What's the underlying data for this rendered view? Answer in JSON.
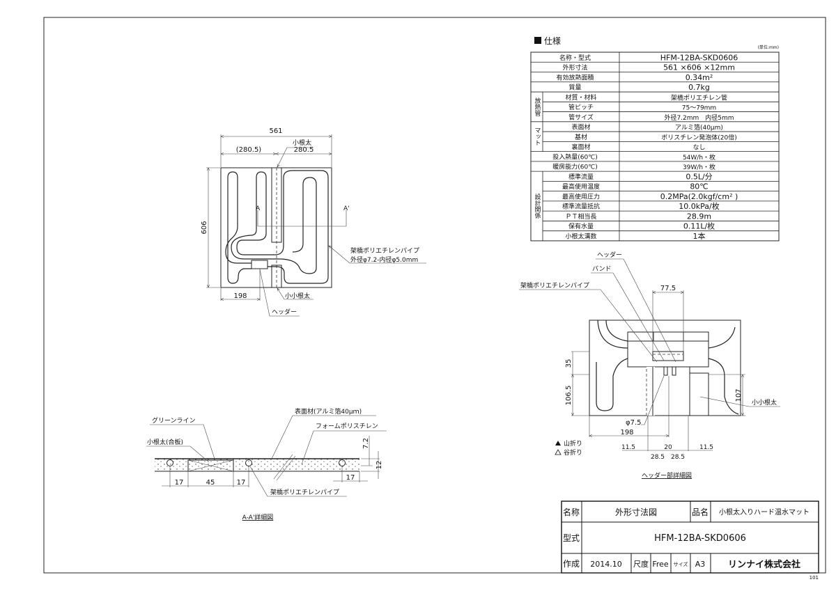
{
  "spec": {
    "heading": "仕様",
    "unit_note": "(単位:mm)",
    "groups": {
      "heat_pipe": "放熱管",
      "mat": "マット",
      "design": "設計関係"
    },
    "rows": [
      {
        "label": "名称・型式",
        "value": "HFM-12BA-SKD0606"
      },
      {
        "label": "外形寸法",
        "value": "561 ×606 ×12mm"
      },
      {
        "label": "有効放熱面積",
        "value": "0.34m²"
      },
      {
        "label": "質量",
        "value": "0.7kg"
      },
      {
        "label": "材質・材料",
        "value": "架橋ポリエチレン管"
      },
      {
        "label": "管ピッチ",
        "value": "75〜79mm"
      },
      {
        "label": "管サイズ",
        "value": "外径7.2mm　内径5mm"
      },
      {
        "label": "表面材",
        "value": "アルミ箔(40μm)"
      },
      {
        "label": "基材",
        "value": "ポリスチレン発泡体(20倍)"
      },
      {
        "label": "裏面材",
        "value": "なし"
      },
      {
        "label": "投入熱量(60℃)",
        "value": "54W/h・枚"
      },
      {
        "label": "暖房能力(60℃)",
        "value": "39W/h・枚"
      },
      {
        "label": "標準流量",
        "value": "0.5L/分"
      },
      {
        "label": "最高使用温度",
        "value": "80℃"
      },
      {
        "label": "最高使用圧力",
        "value": "0.2MPa(2.0kgf/cm² )"
      },
      {
        "label": "標準流量抵抗",
        "value": "10.0kPa/枚"
      },
      {
        "label": "ＰＴ相当長",
        "value": "28.9m"
      },
      {
        "label": "保有水量",
        "value": "0.11L/枚"
      },
      {
        "label": "小根太溝数",
        "value": "1本"
      }
    ]
  },
  "plan_view": {
    "dim_width": "561",
    "dim_left_half": "(280.5)",
    "dim_right_half": "280.5",
    "dim_height": "606",
    "dim_header_offset": "198",
    "label_joist": "小根太",
    "label_small_joist": "小小根太",
    "label_header": "ヘッダー",
    "label_pipe_line1": "架橋ポリエチレンパイプ",
    "label_pipe_line2": "外径φ7.2-内径φ5.0mm",
    "section_a": "A",
    "section_a_prime": "A'"
  },
  "section_view": {
    "title": "A-A'詳細図",
    "label_green_line": "グリーンライン",
    "label_joist_plywood": "小根太(合板)",
    "label_surface": "表面材(アルミ箔40μｍ)",
    "label_foam": "フォームポリスチレン",
    "label_pipe": "架橋ポリエチレンパイプ",
    "dims": {
      "d17a": "17",
      "d45": "45",
      "d17b": "17",
      "d17c": "17",
      "d72": "7.2",
      "d12": "12"
    }
  },
  "header_detail": {
    "title": "ヘッダー部詳細図",
    "label_header": "ヘッダー",
    "label_band": "バンド",
    "label_pipe": "架橋ポリエチレンパイプ",
    "label_small_joist": "小小根太",
    "legend_mountain": "山折り",
    "legend_valley": "谷折り",
    "dims": {
      "d775": "77.5",
      "d35": "35",
      "d1065": "106.5",
      "d107": "107",
      "d75": "φ7.5",
      "d198": "198",
      "d115a": "11.5",
      "d20": "20",
      "d115b": "11.5",
      "d285a": "28.5",
      "d285b": "28.5"
    }
  },
  "title_block": {
    "name_label": "名称",
    "name_value": "外形寸法図",
    "product_label": "品名",
    "product_value": "小根太入りハード温水マット",
    "model_label": "型式",
    "model_value": "HFM-12BA-SKD0606",
    "created_label": "作成",
    "created_value": "2014.10",
    "scale_label": "尺度",
    "scale_value": "Free",
    "size_label": "サイズ",
    "size_value": "A3",
    "company": "リンナイ株式会社"
  },
  "sheet_number": "101"
}
